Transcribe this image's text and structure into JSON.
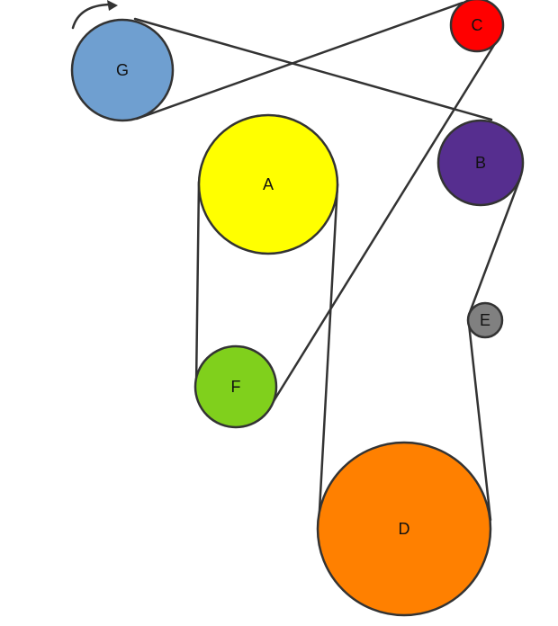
{
  "pulleys": {
    "G": {
      "label": "G",
      "color": "#6f9fd0"
    },
    "C": {
      "label": "C",
      "color": "#ff0000"
    },
    "A": {
      "label": "A",
      "color": "#ffff00"
    },
    "B": {
      "label": "B",
      "color": "#562e8f"
    },
    "E": {
      "label": "E",
      "color": "#808080"
    },
    "F": {
      "label": "F",
      "color": "#80d01c"
    },
    "D": {
      "label": "D",
      "color": "#ff8000"
    }
  },
  "rotation": {
    "pulley": "G",
    "direction": "clockwise",
    "icon": "rotation-arrow-icon"
  },
  "belt_color": "#333333"
}
